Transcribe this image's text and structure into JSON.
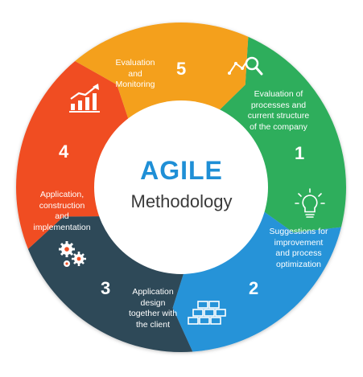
{
  "center": {
    "title": "AGILE",
    "subtitle": "Methodology"
  },
  "segments": [
    {
      "number": "1",
      "label": "Evaluation of\nprocesses and\ncurrent structure\nof the company",
      "color": "#2fae5b",
      "icon": "chart-magnifier-icon"
    },
    {
      "number": "2",
      "label": "Suggestions for\nimprovement\nand process\noptimization",
      "color": "#2693d8",
      "icon": "lightbulb-icon"
    },
    {
      "number": "3",
      "label": "Application\ndesign\ntogether with\nthe client",
      "color": "#2f4858",
      "icon": "bricks-icon"
    },
    {
      "number": "4",
      "label": "Application,\nconstruction\nand\nimplementation",
      "color": "#f04e23",
      "icon": "gears-icon"
    },
    {
      "number": "5",
      "label": "Evaluation\nand\nMonitoring",
      "color": "#f4a01d",
      "icon": "bar-chart-growth-icon"
    }
  ]
}
